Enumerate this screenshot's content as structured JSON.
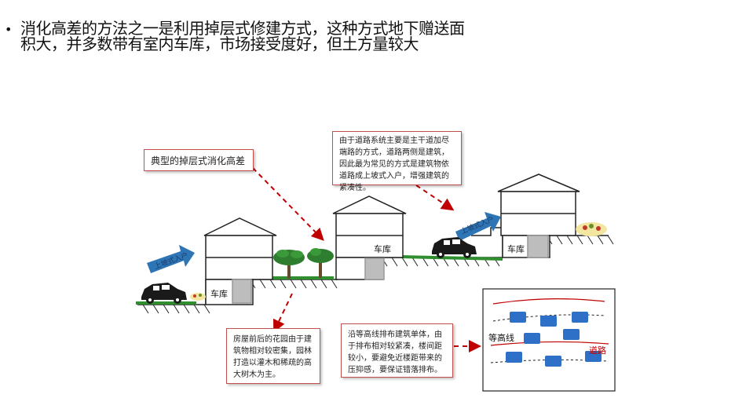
{
  "bullet": {
    "symbol": "•",
    "text": "消化高差的方法之一是利用掉层式修建方式，这种方式地下赠送面积大，并多数带有室内车库，市场接受度好，但土方量较大"
  },
  "notes": {
    "typical": "典型的掉层式消化高差",
    "road_system": "由于道路系统主要是主干道加尽端路的方式，道路两侧是建筑，因此最为常见的方式是建筑物依道路成上坡式入户，增强建筑的紧凑性。",
    "garden": "房屋前后的花园由于建筑物相对较密集，园林打造以灌木和稀疏的高大树木为主。",
    "contour": "沿等高线排布建筑单体，由于排布相对较紧凑，楼间距较小，要避免近楼距带来的压抑感，要保证错落排布。"
  },
  "diagram": {
    "garage_label": "车库",
    "uphill_entry": "上坡式入户"
  },
  "inset": {
    "contour_label": "等高线",
    "road_label": "道路"
  },
  "colors": {
    "accent_red": "#c00000",
    "arrow_blue": "#2e75b6",
    "building_blue": "#2e6fc7",
    "grass_green": "#2f8f2f"
  }
}
